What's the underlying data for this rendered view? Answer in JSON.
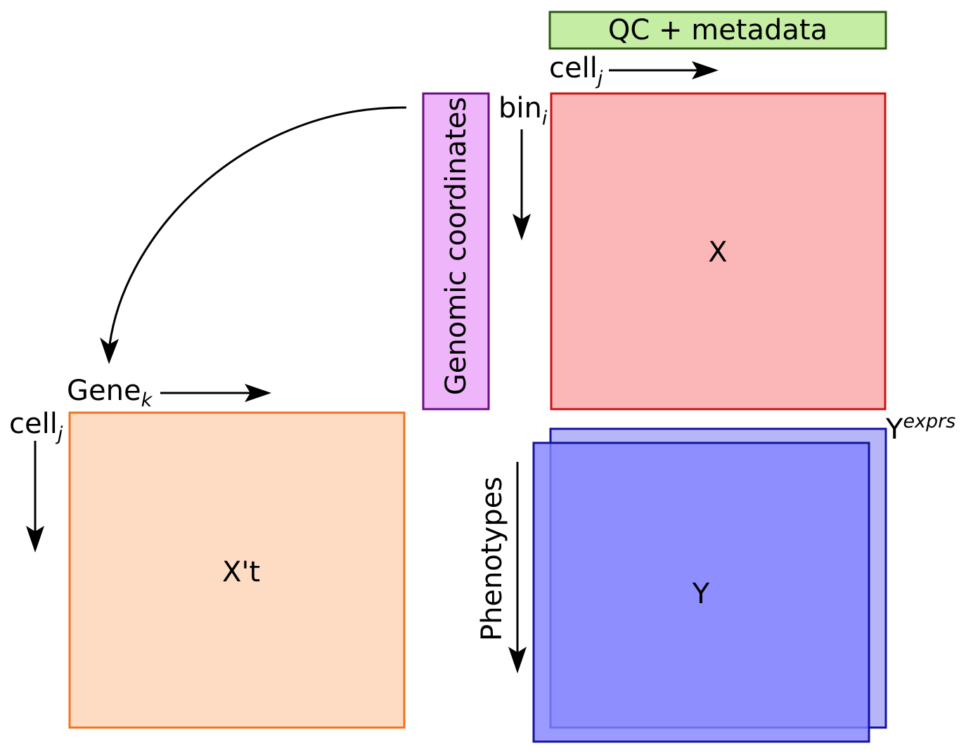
{
  "qc_metadata": {
    "label": "QC + metadata",
    "fill": "#c5eea4",
    "stroke": "#2d5a10"
  },
  "genomic_coords": {
    "label": "Genomic coordinates",
    "fill": "#eeb5fb",
    "stroke": "#6b0f80"
  },
  "axis_labels": {
    "cell_top": {
      "base": "cell",
      "sub": "j"
    },
    "bin": {
      "base": "bin",
      "sub": "i"
    },
    "gene": {
      "base": "Gene",
      "sub": "k"
    },
    "cell_left": {
      "base": "cell",
      "sub": "j"
    },
    "phenotypes": "Phenotypes"
  },
  "matrices": {
    "x": {
      "label": "X",
      "fill": "#fbb7b7",
      "stroke": "#cc1111"
    },
    "xt": {
      "label": "X't",
      "fill": "#fedbc3",
      "stroke": "#f0741e"
    },
    "y": {
      "label": "Y",
      "fill": "#8585ff",
      "stroke": "#1313a0"
    },
    "y_back": {
      "fill": "#b5b5f7"
    },
    "yexprs": {
      "base": "Y",
      "sup": "exprs"
    }
  }
}
